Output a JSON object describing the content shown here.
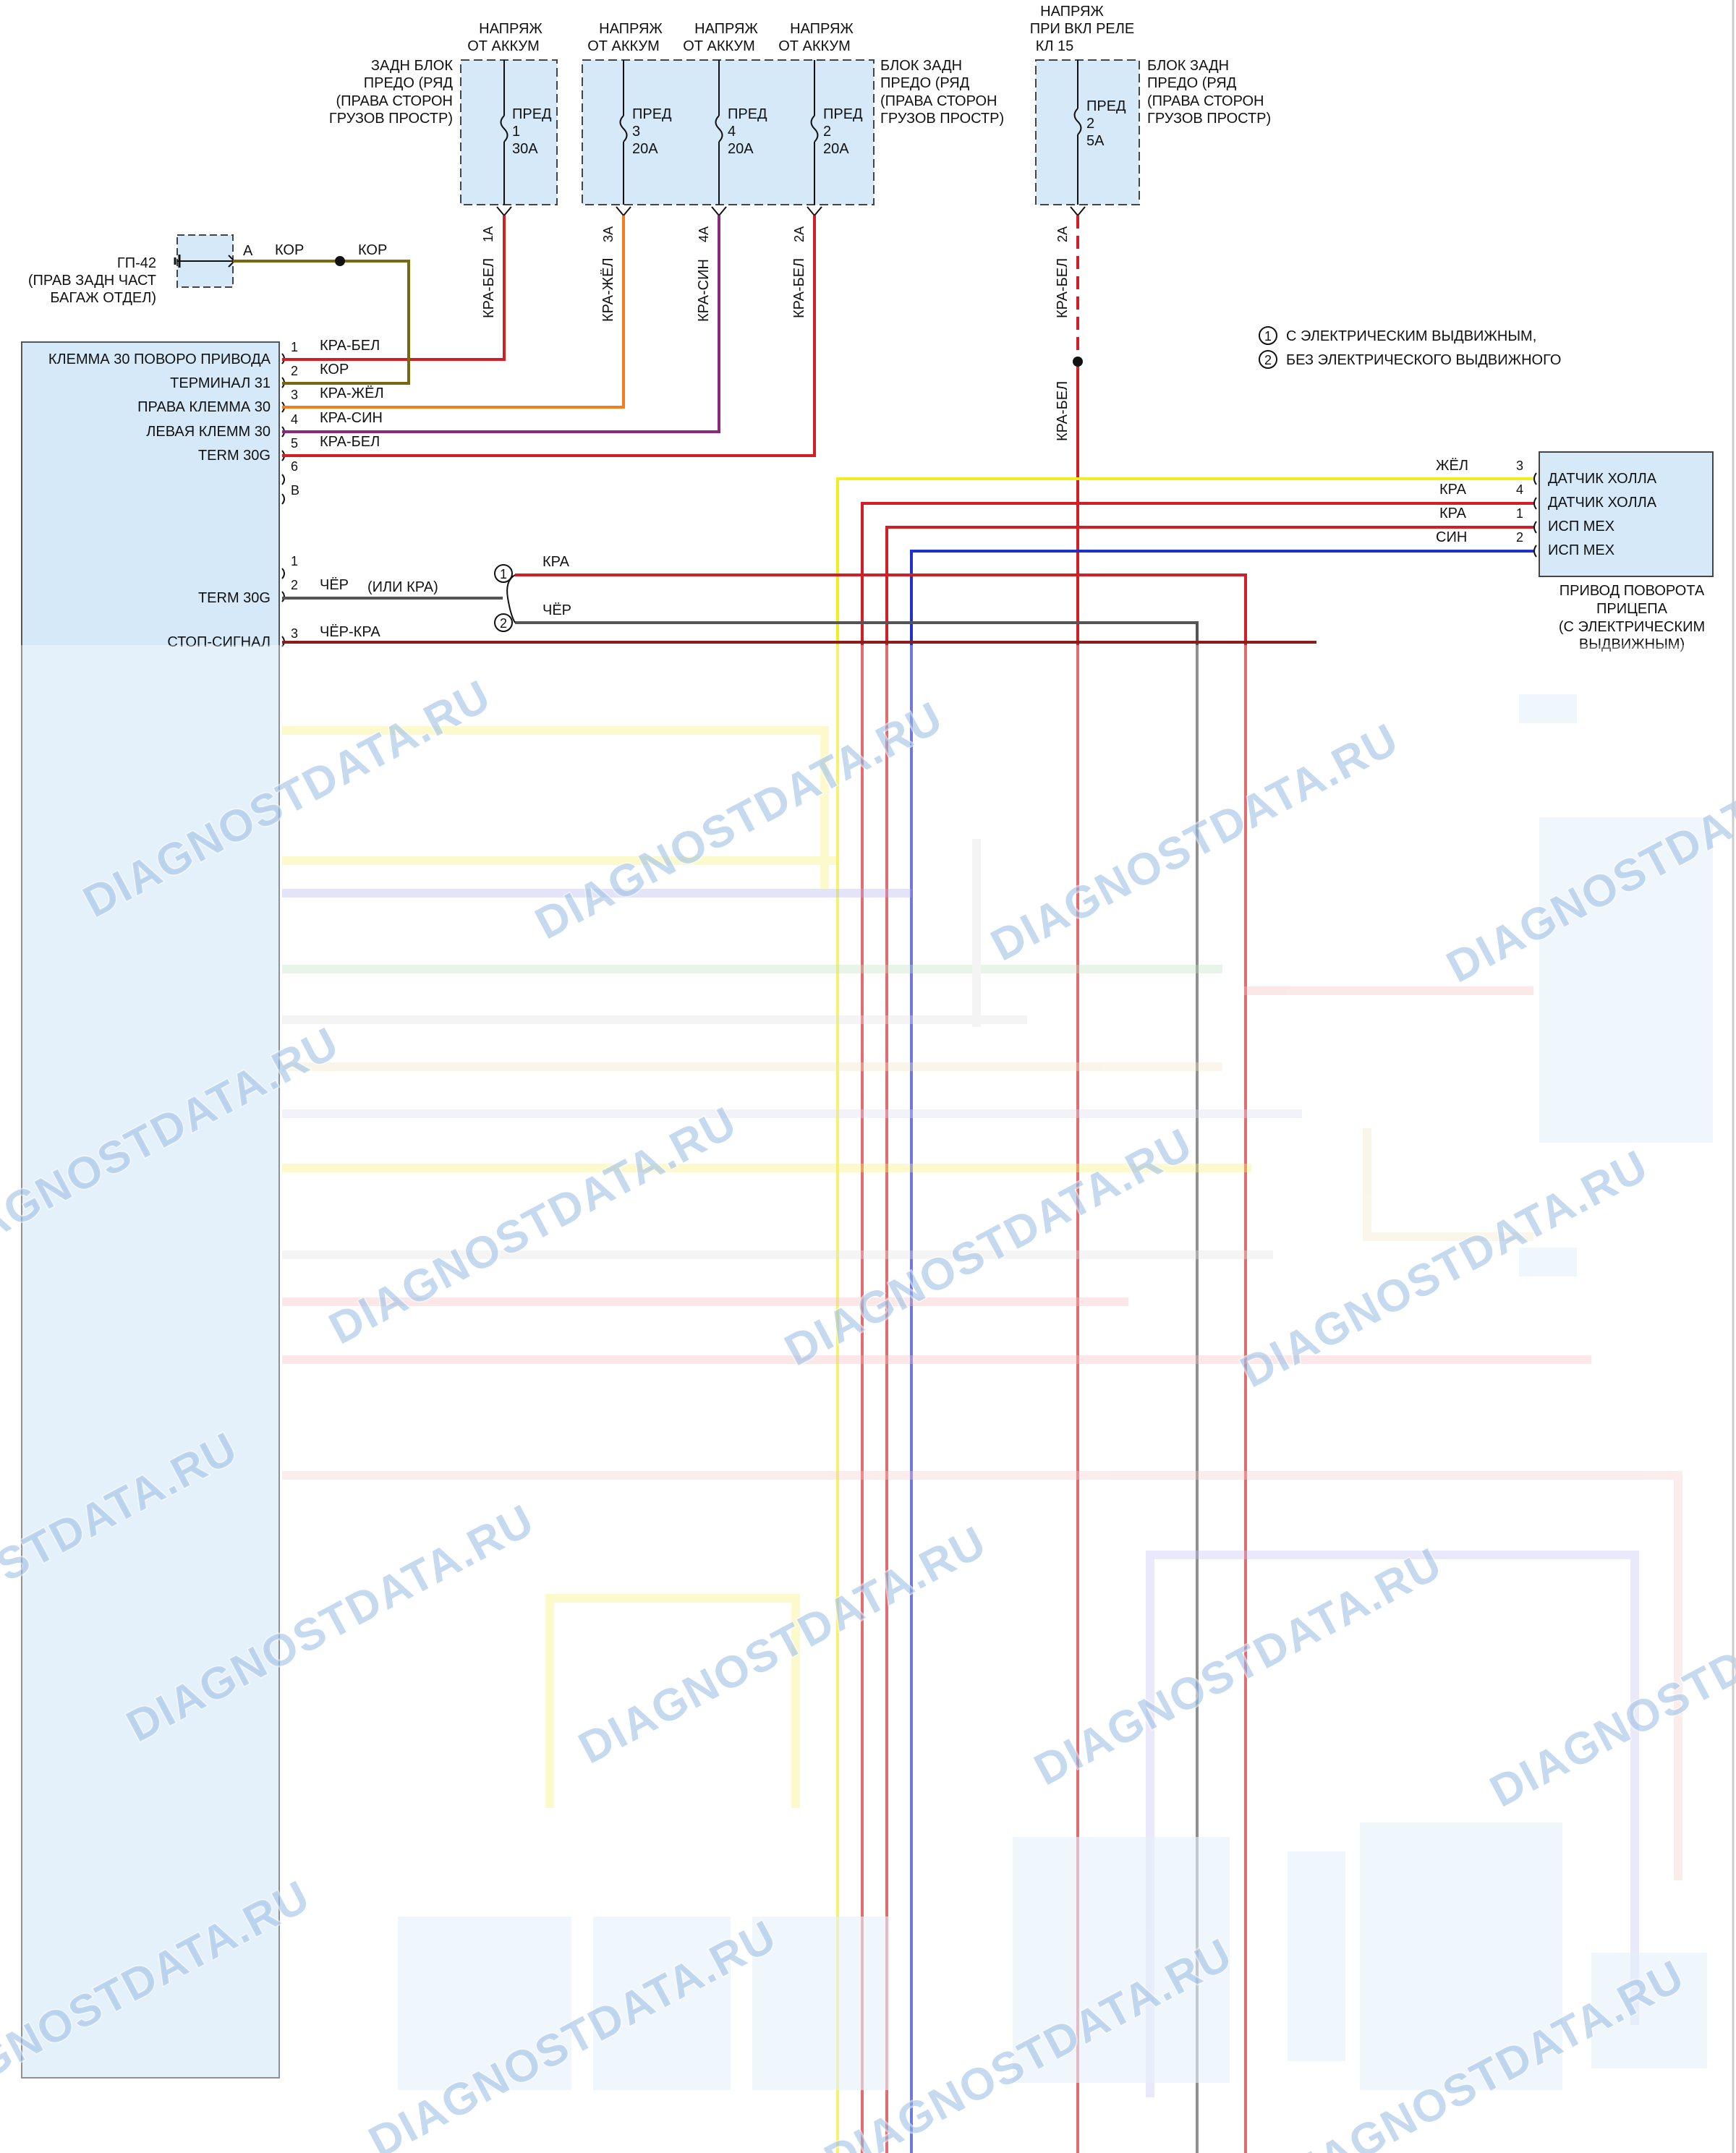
{
  "top_fuses": {
    "fuse1": {
      "supply": [
        "НАПРЯЖ",
        "ОТ АККУМ"
      ],
      "block_label": [
        "ЗАДН БЛОК",
        "ПРЕДО (РЯД",
        "(ПРАВА СТОРОН",
        "ГРУЗОВ ПРОСТР)"
      ],
      "name": "ПРЕД",
      "number": "1",
      "rating": "30A",
      "terminal": "1A"
    },
    "fuse3": {
      "supply": [
        "НАПРЯЖ",
        "ОТ АККУМ"
      ],
      "name": "ПРЕД",
      "number": "3",
      "rating": "20A",
      "terminal": "3A"
    },
    "fuse4": {
      "supply": [
        "НАПРЯЖ",
        "ОТ АККУМ"
      ],
      "name": "ПРЕД",
      "number": "4",
      "rating": "20A",
      "terminal": "4A"
    },
    "fuse2a": {
      "supply": [
        "НАПРЯЖ",
        "ОТ АККУМ"
      ],
      "name": "ПРЕД",
      "number": "2",
      "rating": "20A",
      "terminal": "2A"
    },
    "group_block_label": [
      "БЛОК ЗАДН",
      "ПРЕДО (РЯД",
      "(ПРАВА СТОРОН",
      "ГРУЗОВ ПРОСТР)"
    ],
    "fuse2b": {
      "supply": [
        "НАПРЯЖ",
        "ПРИ ВКЛ РЕЛЕ",
        "КЛ 15"
      ],
      "block_label": [
        "БЛОК ЗАДН",
        "ПРЕДО (РЯД",
        "(ПРАВА СТОРОН",
        "ГРУЗОВ ПРОСТР)"
      ],
      "name": "ПРЕД",
      "number": "2",
      "rating": "5A",
      "terminal": "2A"
    }
  },
  "ground": {
    "name": "ГП-42",
    "location": [
      "(ПРАВ ЗАДН ЧАСТ",
      "БАГАЖ ОТДЕЛ)"
    ],
    "pin": "A",
    "wire1": "КОР",
    "wire2": "КОР"
  },
  "vertical_wires": {
    "w1": "КРА-БЕЛ",
    "w3": "КРА-ЖЁЛ",
    "w4": "КРА-СИН",
    "w2": "КРА-БЕЛ",
    "w5a": "КРА-БЕЛ",
    "w5b": "КРА-БЕЛ"
  },
  "notes": [
    {
      "marker": "1",
      "text": "С ЭЛЕКТРИЧЕСКИМ ВЫДВИЖНЫМ,"
    },
    {
      "marker": "2",
      "text": "БЕЗ ЭЛЕКТРИЧЕСКОГО ВЫДВИЖНОГО"
    }
  ],
  "left_module": {
    "rows": [
      {
        "label": "КЛЕММА 30 ПОВОРО ПРИВОДА",
        "pin": "1",
        "wire": "КРА-БЕЛ"
      },
      {
        "label": "ТЕРМИНАЛ 31",
        "pin": "2",
        "wire": "КОР"
      },
      {
        "label": "ПРАВА КЛЕММА 30",
        "pin": "3",
        "wire": "КРА-ЖЁЛ"
      },
      {
        "label": "ЛЕВАЯ КЛЕММ 30",
        "pin": "4",
        "wire": "КРА-СИН"
      },
      {
        "label": "TERM 30G",
        "pin": "5",
        "wire": "КРА-БЕЛ"
      }
    ],
    "pin6": "6",
    "pinB": "B",
    "lower": {
      "pin1": "1",
      "pin2": "2",
      "term_label": "TERM 30G",
      "wire_black": "ЧЁР",
      "wire_black_alt": "(ИЛИ КРА)",
      "option1_wire": "КРА",
      "option2_wire": "ЧЁР",
      "marker1": "1",
      "marker2": "2",
      "pin3": "3",
      "stop_label": "СТОП-СИГНАЛ",
      "wire_stop": "ЧЁР-КРА"
    }
  },
  "hall_block": {
    "rows": [
      {
        "wire": "ЖЁЛ",
        "pin": "3",
        "label": "ДАТЧИК ХОЛЛА"
      },
      {
        "wire": "КРА",
        "pin": "4",
        "label": "ДАТЧИК ХОЛЛА"
      },
      {
        "wire": "КРА",
        "pin": "1",
        "label": "ИСП МЕХ"
      },
      {
        "wire": "СИН",
        "pin": "2",
        "label": "ИСП МЕХ"
      }
    ],
    "caption": [
      "ПРИВОД ПОВОРОТА",
      "ПРИЦЕПА",
      "(С ЭЛЕКТРИЧЕСКИМ",
      "ВЫДВИЖНЫМ)"
    ]
  },
  "watermark": "DIAGNOSTDATA.RU",
  "colors": {
    "red": "#d21f26",
    "orange": "#f07f1c",
    "purple": "#8b2a7a",
    "brown": "#7a6510",
    "yellow": "#f2ec23",
    "blue": "#1f32c8",
    "gray": "#555555",
    "box_fill": "#d6e9f8"
  }
}
